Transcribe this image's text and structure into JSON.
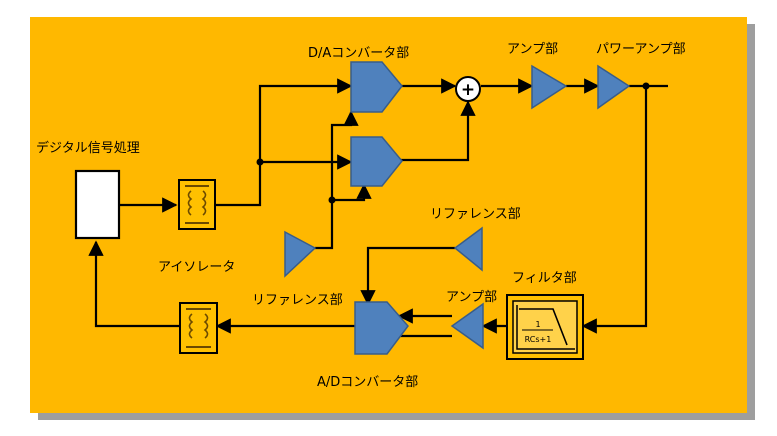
{
  "colors": {
    "background": "#FFB800",
    "shadow": "#9E9E9E",
    "block_fill": "#4F81BD",
    "block_stroke": "#385D8A",
    "wire": "#000000",
    "box_fill": "#FFFFFF",
    "isolator_fill": "#FFC000",
    "isolator_detail": "#6B4A00"
  },
  "labels": {
    "dsp": "デジタル信号処理",
    "isolator": "アイソレータ",
    "dac": "D/Aコンバータ部",
    "amp_top": "アンプ部",
    "power_amp": "パワーアンプ部",
    "ref_left": "リファレンス部",
    "ref_right": "リファレンス部",
    "filter": "フィルタ部",
    "amp_bottom": "アンプ部",
    "adc": "A/Dコンバータ部"
  },
  "symbols": {
    "summer": "+",
    "filter_numerator": "1",
    "filter_denominator": "RCs+1"
  }
}
